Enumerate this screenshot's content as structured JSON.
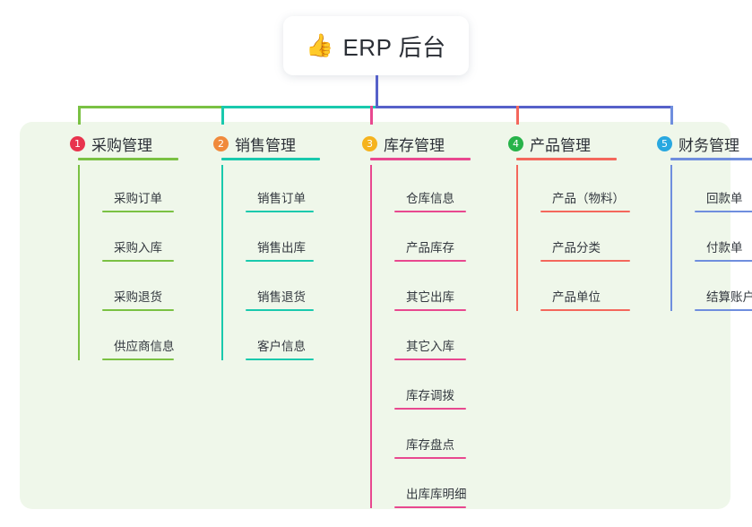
{
  "root": {
    "emoji": "👍",
    "emoji_name": "thumbs-up-emoji",
    "title": "ERP 后台"
  },
  "colors": {
    "panel_bg": "#eff7ea",
    "root_connector": "#5661c9",
    "trunk_left": "#7ac143",
    "trunk_mid": "#19c9ad",
    "trunk_right": "#5661c9",
    "text": "#2b2f36"
  },
  "branches": [
    {
      "index": "1",
      "title": "采购管理",
      "line_color": "#7ac143",
      "badge_color": "#e8344e",
      "children": [
        "采购订单",
        "采购入库",
        "采购退货",
        "供应商信息"
      ]
    },
    {
      "index": "2",
      "title": "销售管理",
      "line_color": "#19c9ad",
      "badge_color": "#f08a3c",
      "children": [
        "销售订单",
        "销售出库",
        "销售退货",
        "客户信息"
      ]
    },
    {
      "index": "3",
      "title": "库存管理",
      "line_color": "#e8488f",
      "badge_color": "#f5b31e",
      "children": [
        "仓库信息",
        "产品库存",
        "其它出库",
        "其它入库",
        "库存调拨",
        "库存盘点",
        "出库库明细"
      ]
    },
    {
      "index": "4",
      "title": "产品管理",
      "line_color": "#f4675c",
      "badge_color": "#27b34a",
      "children": [
        "产品（物料）",
        "产品分类",
        "产品单位"
      ]
    },
    {
      "index": "5",
      "title": "财务管理",
      "line_color": "#6f8ede",
      "badge_color": "#29a8e0",
      "children": [
        "回款单",
        "付款单",
        "结算账户"
      ]
    }
  ],
  "layout": {
    "branch_x": [
      62,
      222,
      388,
      551,
      717
    ],
    "branch_underline_width": [
      112,
      110,
      112,
      112,
      100
    ],
    "child_rule_width": [
      80,
      76,
      80,
      100,
      72
    ]
  }
}
